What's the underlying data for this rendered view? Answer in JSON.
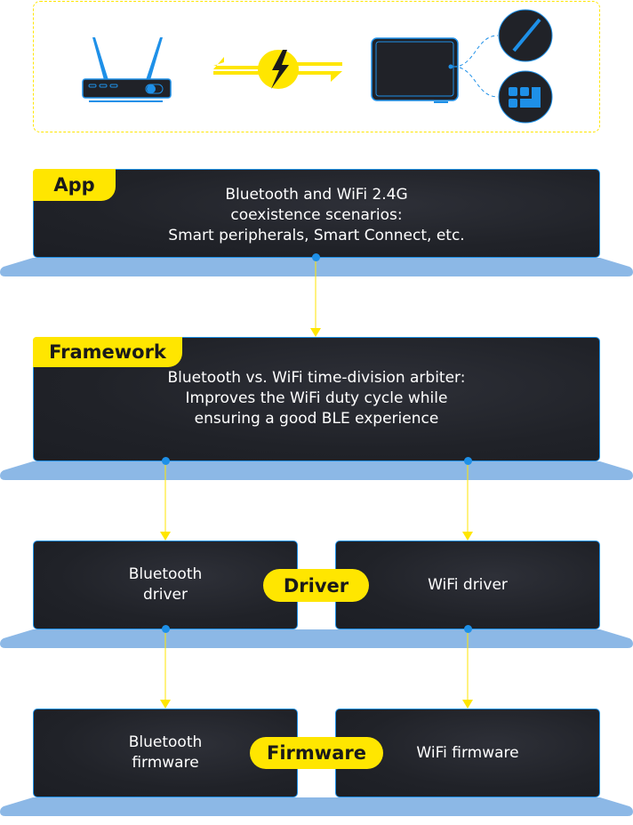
{
  "illustration": {
    "devices": [
      "router-icon",
      "interference-bolt-icon",
      "tablet-icon",
      "stylus-icon",
      "keyboard-icon"
    ]
  },
  "layers": {
    "app": {
      "label": "App",
      "lines": [
        "Bluetooth and WiFi 2.4G",
        "coexistence scenarios:",
        "Smart peripherals, Smart Connect, etc."
      ]
    },
    "framework": {
      "label": "Framework",
      "lines": [
        "Bluetooth vs. WiFi time-division arbiter:",
        "Improves the WiFi duty cycle while",
        "ensuring a good BLE experience"
      ]
    },
    "driver": {
      "label": "Driver",
      "left": [
        "Bluetooth",
        "driver"
      ],
      "right": "WiFi driver"
    },
    "firmware": {
      "label": "Firmware",
      "left": [
        "Bluetooth",
        "firmware"
      ],
      "right": "WiFi firmware"
    }
  },
  "colors": {
    "accent_yellow": "#ffe600",
    "accent_blue": "#1e90e8",
    "box_dark": "#202228",
    "platform": "#8cb8e6"
  }
}
